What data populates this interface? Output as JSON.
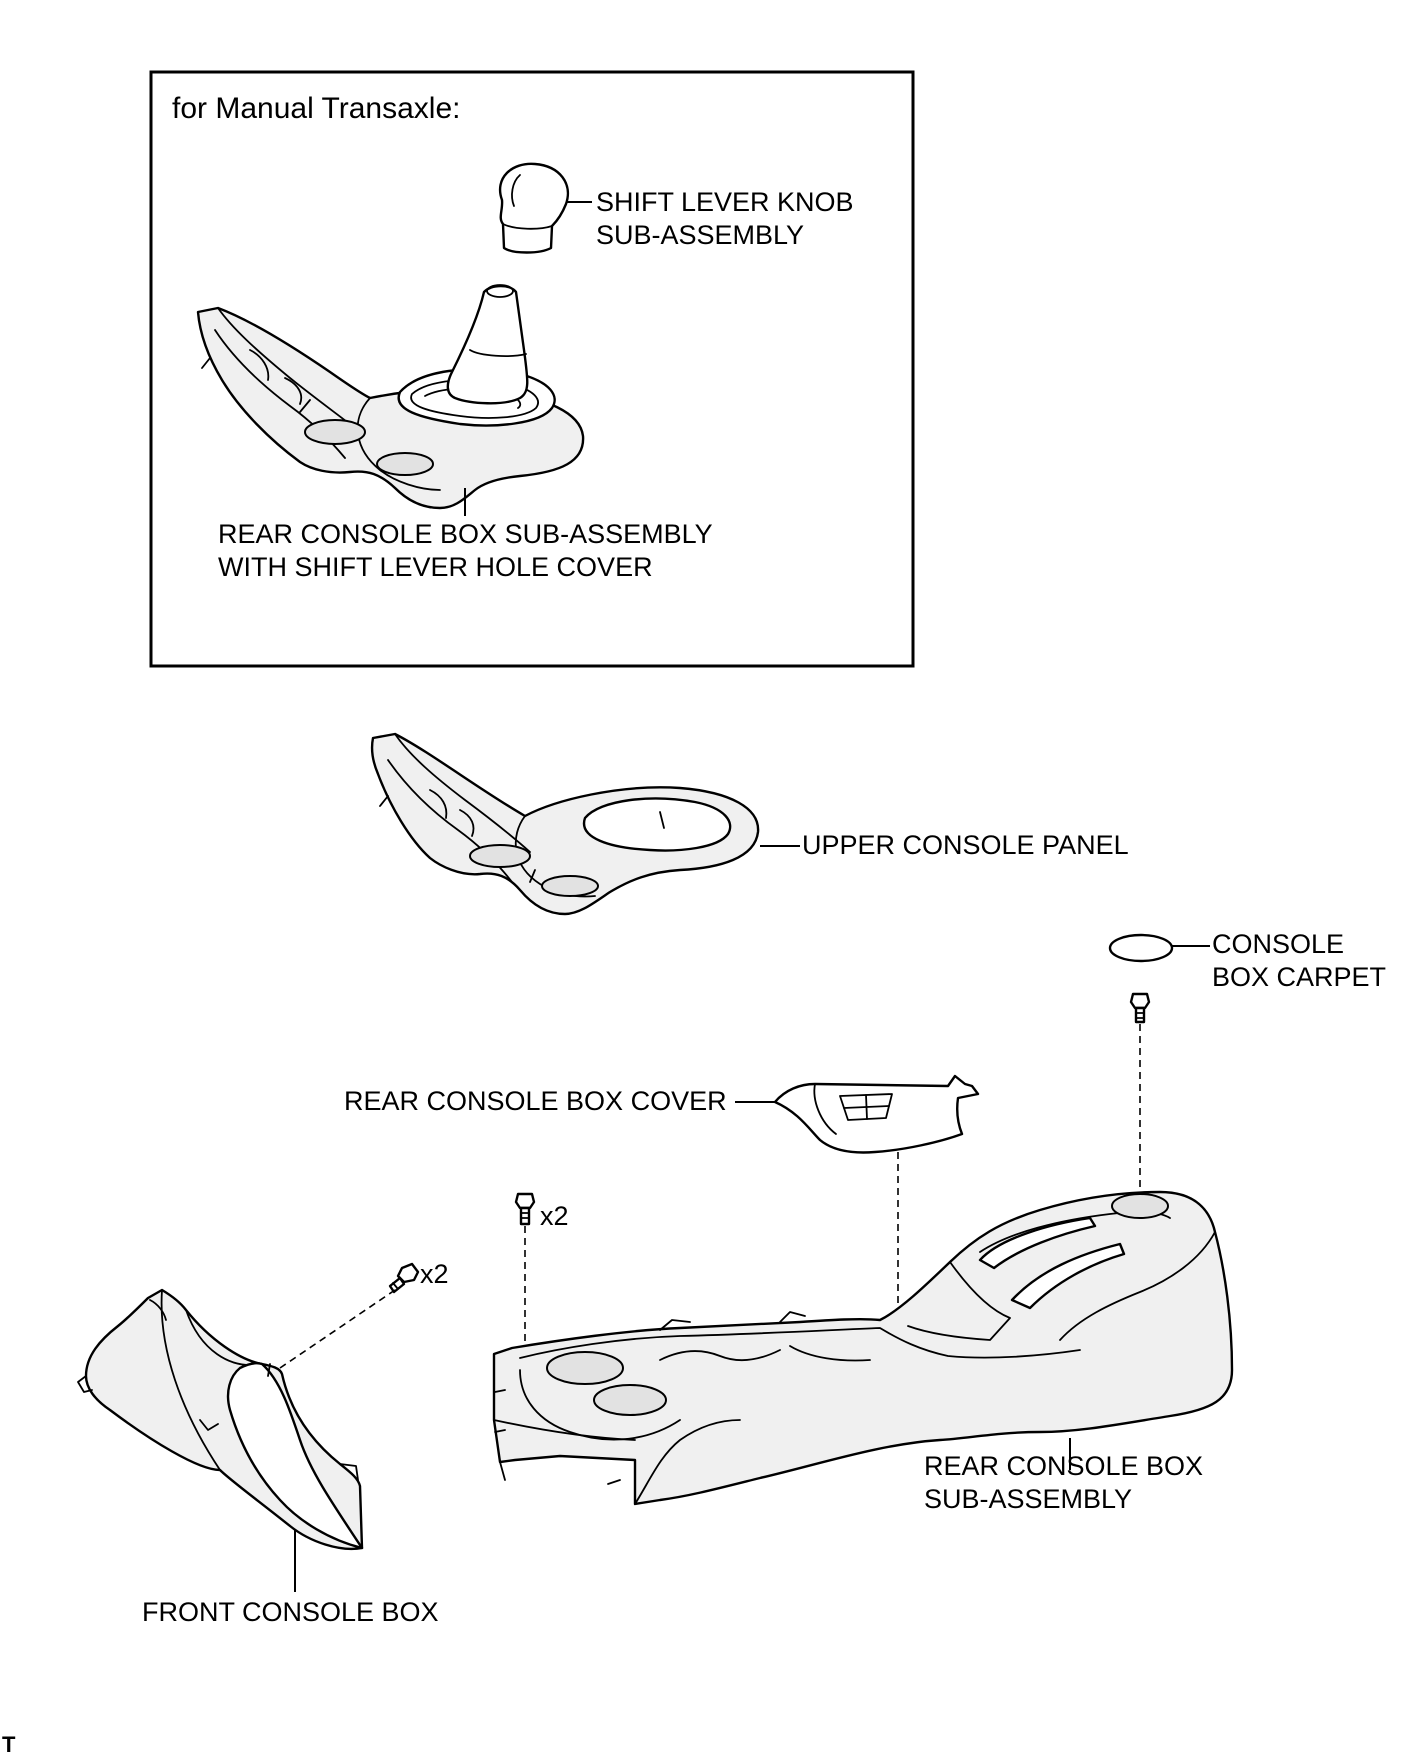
{
  "inset": {
    "title": "for Manual Transaxle:",
    "shift_knob_label": [
      "SHIFT LEVER KNOB",
      "SUB-ASSEMBLY"
    ],
    "console_with_cover_label": [
      "REAR CONSOLE BOX SUB-ASSEMBLY",
      "WITH SHIFT LEVER HOLE COVER"
    ]
  },
  "parts": {
    "upper_console_panel": "UPPER CONSOLE PANEL",
    "console_box_carpet": [
      "CONSOLE",
      "BOX CARPET"
    ],
    "rear_console_box_cover": "REAR CONSOLE BOX COVER",
    "rear_console_box": [
      "REAR CONSOLE BOX",
      "SUB-ASSEMBLY"
    ],
    "front_console_box": "FRONT CONSOLE BOX"
  },
  "quantities": {
    "front_screws": "x2",
    "rear_screws": "x2"
  },
  "corner_mark": "T"
}
